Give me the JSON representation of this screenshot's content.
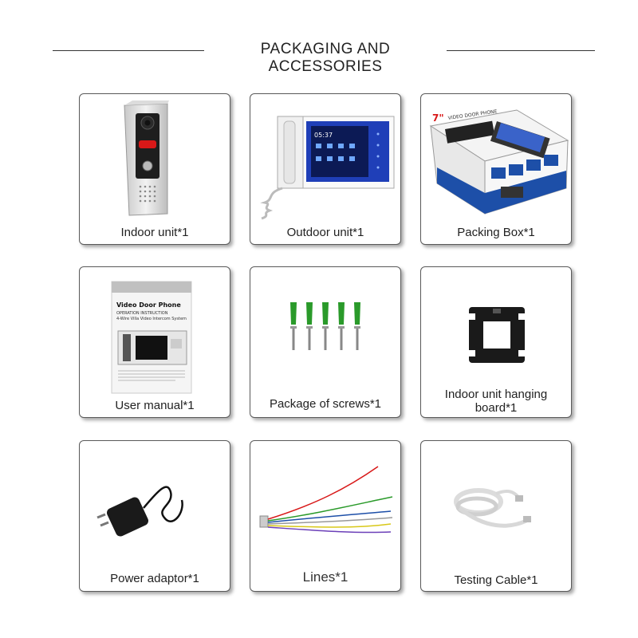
{
  "header": {
    "title": "PACKAGING AND ACCESSORIES"
  },
  "items": [
    {
      "label": "Indoor unit*1",
      "icon": "doorbell-camera-icon"
    },
    {
      "label": "Outdoor unit*1",
      "icon": "video-monitor-icon"
    },
    {
      "label": "Packing Box*1",
      "icon": "packing-box-icon",
      "box_texts": [
        "7\"",
        "VIDEO DOOR PHONE"
      ]
    },
    {
      "label": "User manual*1",
      "icon": "user-manual-icon",
      "manual_texts": [
        "Video Door Phone",
        "OPERATION INSTRUCTION",
        "4-Wire Villa Video Intercom System"
      ]
    },
    {
      "label": "Package of screws*1",
      "icon": "screws-icon"
    },
    {
      "label": "Indoor unit hanging board*1",
      "icon": "hanging-board-icon"
    },
    {
      "label": "Power adaptor*1",
      "icon": "power-adaptor-icon"
    },
    {
      "label": "Lines*1",
      "icon": "wire-lines-icon"
    },
    {
      "label": "Testing Cable*1",
      "icon": "testing-cable-icon"
    }
  ],
  "colors": {
    "screen_blue": "#1f3fb8",
    "anchor_green": "#2a9a2a",
    "box_blue": "#1d4fa8",
    "camera_red": "#d81818"
  }
}
